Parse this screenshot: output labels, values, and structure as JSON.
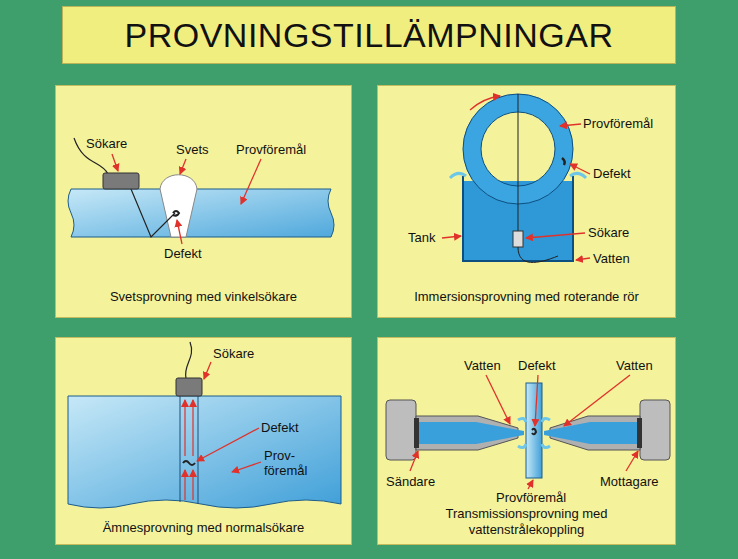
{
  "diagram": {
    "title": "PROVNINGSTILLÄMPNINGAR",
    "nodes": [
      {
        "text": [
          "Svetsprovning med vinkelsökare"
        ]
      },
      {
        "text": [
          "Immersionsprovning med roterande rör"
        ]
      },
      {
        "text": [
          "Ämnesprovning med normalsökare"
        ]
      },
      {
        "text": [
          "Transmissionsprovning med vattenstrålekoppling"
        ]
      }
    ],
    "labels": [
      "Sökare",
      "Svets",
      "Provföremål",
      "Defekt",
      "Provföremål",
      "Defekt",
      "Tank",
      "Sökare",
      "Vatten",
      "Sökare",
      "Defekt",
      "Prov- föremål",
      "Vatten",
      "Defekt",
      "Vatten",
      "Sändare",
      "Provföremål",
      "Mottagare"
    ]
  }
}
